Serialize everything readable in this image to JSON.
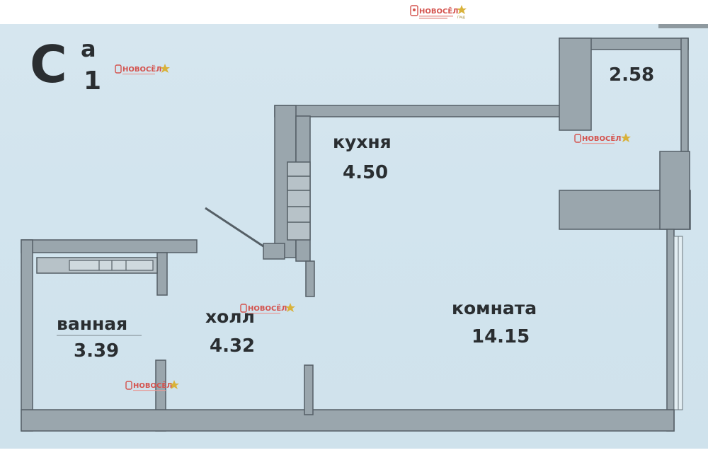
{
  "plan": {
    "type_letter": "C",
    "type_superscript": "a",
    "type_subscript": "1",
    "balcony_area": "2.58",
    "rooms": [
      {
        "id": "kitchen",
        "label": "кухня",
        "area": "4.50"
      },
      {
        "id": "room",
        "label": "комната",
        "area": "14.15"
      },
      {
        "id": "bathroom",
        "label": "ванная",
        "area": "3.39"
      },
      {
        "id": "hall",
        "label": "холл",
        "area": "4.32"
      }
    ]
  },
  "watermark": {
    "brand": "НОВОСЁЛ",
    "badge": "ГРАД"
  },
  "colors": {
    "background": "#d3e5ee",
    "wall": "#9aa6ad",
    "wall_edge": "#555f66",
    "text": "#2a2e31",
    "watermark": "#d4524d"
  }
}
